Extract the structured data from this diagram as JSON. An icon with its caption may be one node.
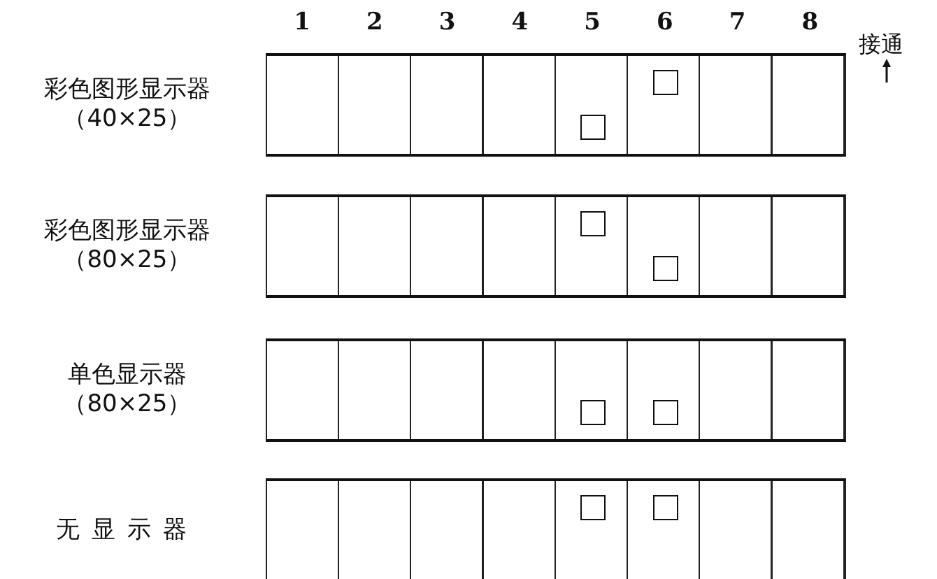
{
  "diagram": {
    "nodes": [
      {
        "text": [],
        "shape": "box",
        "beside": [
          "彩色图形显示器",
          "（40×25）"
        ]
      },
      {
        "text": [],
        "shape": "box",
        "in": 0
      },
      {
        "text": [],
        "shape": "box",
        "in": 0
      },
      {
        "text": [],
        "shape": "box",
        "beside": [
          "彩色图形显示器",
          "（80×25）"
        ]
      },
      {
        "text": [],
        "shape": "box",
        "in": 3
      },
      {
        "text": [],
        "shape": "box",
        "in": 3
      },
      {
        "text": [],
        "shape": "box",
        "beside": [
          "单色显示器",
          "（80×25）"
        ]
      },
      {
        "text": [],
        "shape": "box",
        "in": 6
      },
      {
        "text": [],
        "shape": "box",
        "in": 6
      },
      {
        "text": [],
        "shape": "box",
        "beside": [
          "无显示器"
        ]
      },
      {
        "text": [],
        "shape": "box",
        "in": 9
      },
      {
        "text": [],
        "shape": "box",
        "in": 9
      }
    ],
    "labels": [
      "1",
      "2",
      "3",
      "4",
      "5",
      "6",
      "7",
      "8",
      "接通"
    ]
  }
}
